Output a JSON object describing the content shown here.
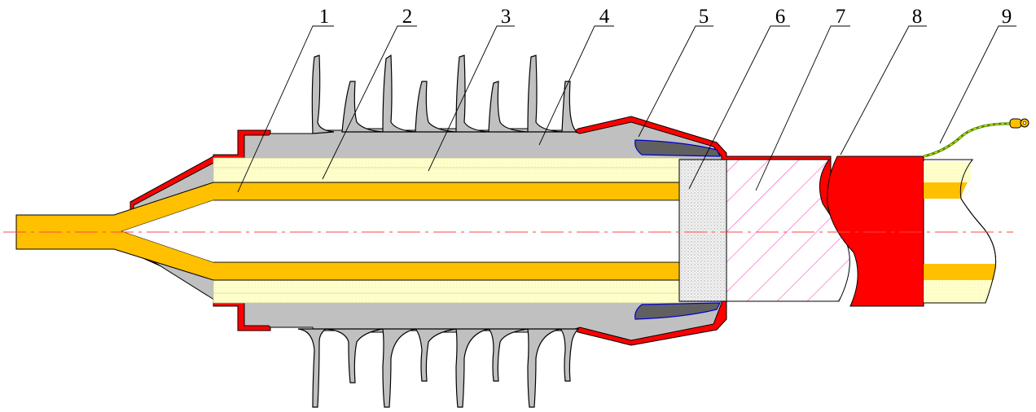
{
  "colors": {
    "insulator_gray": "#c0c0c0",
    "outer_red": "#ff0000",
    "conductor_orange": "#ffc000",
    "insulation_yellow": "#ffffcc",
    "stress_cone_dark": "#606060",
    "hatch_pink": "#ff66cc",
    "centerline": "#ff4444",
    "ground_wire_green": "#66cc00"
  },
  "callouts": [
    {
      "label": "1"
    },
    {
      "label": "2"
    },
    {
      "label": "3"
    },
    {
      "label": "4"
    },
    {
      "label": "5"
    },
    {
      "label": "6"
    },
    {
      "label": "7"
    },
    {
      "label": "8"
    },
    {
      "label": "9"
    }
  ]
}
